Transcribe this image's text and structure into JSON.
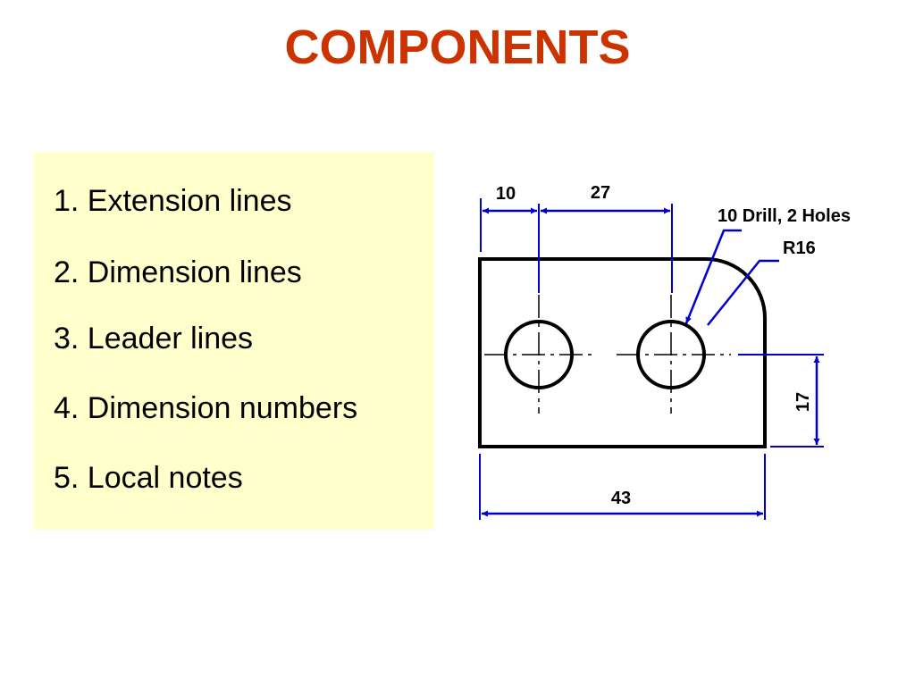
{
  "slide": {
    "title": "COMPONENTS"
  },
  "list": {
    "items": [
      "1. Extension lines",
      "2. Dimension lines",
      "3. Leader lines",
      "4. Dimension numbers",
      "5. Local notes"
    ]
  },
  "drawing": {
    "dimensions": {
      "hole_offset": "10",
      "hole_spacing": "27",
      "overall_width": "43",
      "hole_height": "17"
    },
    "notes": {
      "drill": "10 Drill, 2 Holes",
      "radius": "R16"
    }
  },
  "colors": {
    "title": "#cc3300",
    "panel_background": "#ffffcc",
    "dimension": "#0000cc",
    "object": "#000000"
  }
}
